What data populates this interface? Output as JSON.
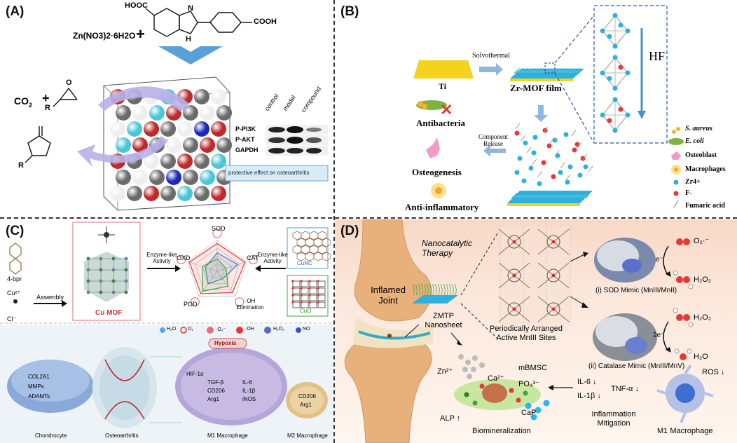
{
  "panelA": {
    "label": "(A)",
    "reagent": "Zn(NO",
    "reagent_full": "Zn(NO3)2·6H2O",
    "plus": "+",
    "hooc": "HOOC",
    "cooh": "COOH",
    "nh": "N",
    "h": "H",
    "co2": "CO",
    "co2_sub": "2",
    "plus2": "+",
    "r1": "R",
    "r2": "R",
    "o1": "O",
    "blot_cols": [
      "control",
      "model",
      "compound"
    ],
    "blot_rows": [
      "P-PI3K",
      "P-AKT",
      "GAPDH"
    ],
    "caption": "protective effect on osteoarthritis"
  },
  "panelB": {
    "label": "(B)",
    "solvothermal": "Solvothermal",
    "ti": "Ti",
    "zrmof": "Zr-MOF film",
    "hf": "HF",
    "antibacteria": "Antibacteria",
    "osteogenesis": "Osteogenesis",
    "antiinflammatory": "Anti-inflammatory",
    "component_release": "Component Release",
    "legend": [
      "S. aureus",
      "E. coli",
      "Osteoblast",
      "Macrophages",
      "Zr4+",
      "F-",
      "Fumaric acid"
    ]
  },
  "panelC": {
    "label": "(C)",
    "bpr": "4-bpr",
    "cu": "Cu²⁺",
    "cl": "Cl⁻",
    "assembly": "Assembly",
    "cumof": "Cu MOF",
    "enzyme_like": "Enzyme-like Activity",
    "enzyme_like2": "Enzyme-like Activity",
    "sod": "SOD",
    "cat": "CAT",
    "oxd": "OXD",
    "pod": "POD",
    "oh_elim": "·OH Elimination",
    "cunc": "CuNC",
    "cuo": "CuO",
    "legend_items": [
      "H₂O",
      "O₂",
      "·O₂⁻",
      "·OH",
      "H₂O₂",
      "NO"
    ],
    "hypoxia": "Hypoxia",
    "chondro_markers": [
      "COL2A1",
      "MMPs",
      "ADAMTs"
    ],
    "m1_markers_left": [
      "HIF-1α",
      "TGF-β",
      "CD206",
      "Arg1"
    ],
    "m1_markers_right": [
      "IL-6",
      "IL-1β",
      "iNOS"
    ],
    "m2_markers": [
      "CD206",
      "Arg1"
    ],
    "bottom_labels": [
      "Chondrocyte",
      "Osteoarthritis",
      "M1 Macrophage",
      "M2 Macrophage"
    ]
  },
  "panelD": {
    "label": "(D)",
    "nanocatalytic": "Nanocatalytic Therapy",
    "inflamed_joint": "Inflamed Joint",
    "zmtp": "ZMTP Nanosheet",
    "periodic": "Periodically Arranged Active MnIII Sites",
    "sod_mimic": "(i) SOD Mimic (MnIII/MnII)",
    "cat_mimic": "(ii) Catalase Mimic (MnIII/MnV)",
    "o2_minus": "O₂·⁻",
    "h2o2_a": "H₂O₂",
    "h2o2_b": "H₂O₂",
    "h2o": "H₂O",
    "e1": "e⁻",
    "e2": "2e⁻",
    "zn": "Zn²⁺",
    "ca": "Ca²⁺",
    "po4": "PO₄³⁻",
    "mbmsc": "mBMSC",
    "cap": "CaP",
    "alp": "ALP ↑",
    "biomin": "Biomineralization",
    "il6": "IL-6 ↓",
    "il1b": "IL-1β ↓",
    "tnfa": "TNF-α ↓",
    "ros": "ROS ↓",
    "infl_mitig": "Inflammation Mitigation",
    "m1": "M1 Macrophage"
  },
  "colors": {
    "zn_red": "#c0282a",
    "carbon_grey": "#6b6b6b",
    "n_blue": "#1d27b8",
    "cyan": "#49c6d8",
    "mof_blue": "#2eb1dc",
    "ti_yellow": "#f4d21d",
    "panelD_bg": "#f8d8c6"
  }
}
